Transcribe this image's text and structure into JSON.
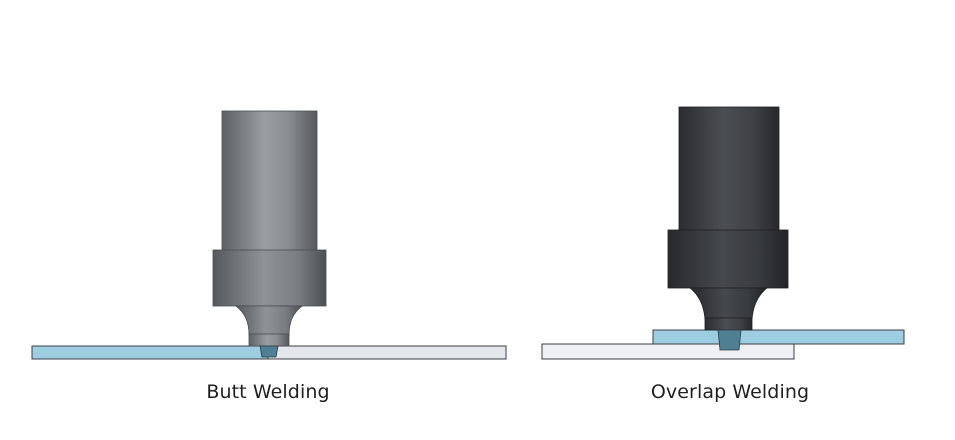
{
  "diagrams": [
    {
      "id": "butt",
      "caption": "Butt Welding"
    },
    {
      "id": "overlap",
      "caption": "Overlap Welding"
    }
  ],
  "colors": {
    "blue_plate": "#9dcde0",
    "white_plate": "#e3e6ea",
    "plate_outline": "#3b3f44",
    "tool_light": "#7d8186",
    "tool_dark": "#3c3f43",
    "weld_zone": "#4f7f93"
  }
}
